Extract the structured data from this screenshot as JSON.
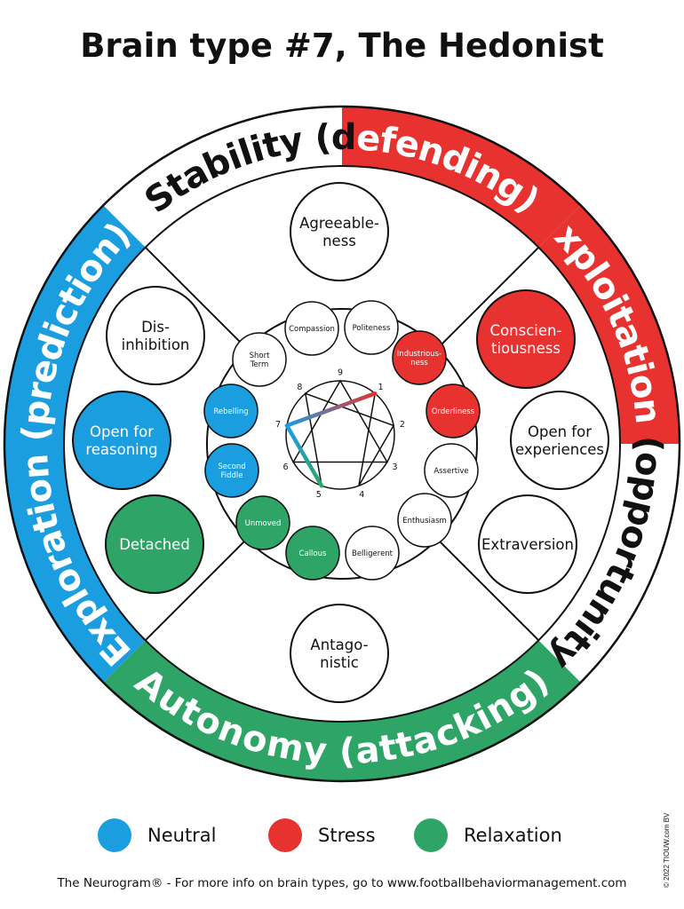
{
  "title": "Brain type #7, The Hedonist",
  "colors": {
    "neutral": "#1a9ee0",
    "stress": "#e8322f",
    "relaxation": "#2ea567",
    "white": "#ffffff",
    "line": "#111111"
  },
  "ring": {
    "segments": [
      {
        "id": "stability",
        "text": "Stability (d",
        "color": "white"
      },
      {
        "id": "defending",
        "text": "efending)",
        "color": "stress"
      },
      {
        "id": "exploitation",
        "text": "Exploitation",
        "color": "stress"
      },
      {
        "id": "opportunity",
        "text": "(opportunity)",
        "color": "white"
      },
      {
        "id": "autonomy",
        "text": "Autonomy (attacking)",
        "color": "relaxation"
      },
      {
        "id": "exploration",
        "text": "Exploration (prediction)",
        "color": "neutral"
      }
    ]
  },
  "traits": [
    {
      "id": "agreeableness",
      "lines": [
        "Agreeable-",
        "ness"
      ],
      "color": "white"
    },
    {
      "id": "disinhibition",
      "lines": [
        "Dis-",
        "inhibition"
      ],
      "color": "white"
    },
    {
      "id": "conscientiousness",
      "lines": [
        "Conscien-",
        "tiousness"
      ],
      "color": "stress"
    },
    {
      "id": "open-for-reasoning",
      "lines": [
        "Open for",
        "reasoning"
      ],
      "color": "neutral"
    },
    {
      "id": "open-for-experiences",
      "lines": [
        "Open for",
        "experiences"
      ],
      "color": "white"
    },
    {
      "id": "detached",
      "lines": [
        "Detached"
      ],
      "color": "relaxation"
    },
    {
      "id": "extraversion",
      "lines": [
        "Extraversion"
      ],
      "color": "white"
    },
    {
      "id": "antagonistic",
      "lines": [
        "Antago-",
        "nistic"
      ],
      "color": "white"
    }
  ],
  "facets": [
    {
      "id": "compassion",
      "lines": [
        "Compassion"
      ],
      "color": "white"
    },
    {
      "id": "politeness",
      "lines": [
        "Politeness"
      ],
      "color": "white"
    },
    {
      "id": "short-term",
      "lines": [
        "Short",
        "Term"
      ],
      "color": "white"
    },
    {
      "id": "industriousness",
      "lines": [
        "Industrious-",
        "ness"
      ],
      "color": "stress"
    },
    {
      "id": "rebelling",
      "lines": [
        "Rebelling"
      ],
      "color": "neutral"
    },
    {
      "id": "orderliness",
      "lines": [
        "Orderliness"
      ],
      "color": "stress"
    },
    {
      "id": "second-fiddle",
      "lines": [
        "Second",
        "Fiddle"
      ],
      "color": "neutral"
    },
    {
      "id": "assertive",
      "lines": [
        "Assertive"
      ],
      "color": "white"
    },
    {
      "id": "unmoved",
      "lines": [
        "Unmoved"
      ],
      "color": "relaxation"
    },
    {
      "id": "enthusiasm",
      "lines": [
        "Enthusiasm"
      ],
      "color": "white"
    },
    {
      "id": "callous",
      "lines": [
        "Callous"
      ],
      "color": "relaxation"
    },
    {
      "id": "belligerent",
      "lines": [
        "Belligerent"
      ],
      "color": "white"
    }
  ],
  "enneagram": {
    "numbers": [
      "9",
      "1",
      "2",
      "3",
      "4",
      "5",
      "6",
      "7",
      "8"
    ],
    "path": [
      "1",
      "7",
      "5"
    ]
  },
  "legend": [
    {
      "id": "neutral",
      "label": "Neutral",
      "color": "neutral"
    },
    {
      "id": "stress",
      "label": "Stress",
      "color": "stress"
    },
    {
      "id": "relaxation",
      "label": "Relaxation",
      "color": "relaxation"
    }
  ],
  "footer": "The Neurogram® - For more info on brain types, go to www.footballbehaviormanagement.com",
  "copyright": "© 2022 TIOUW.com BV"
}
